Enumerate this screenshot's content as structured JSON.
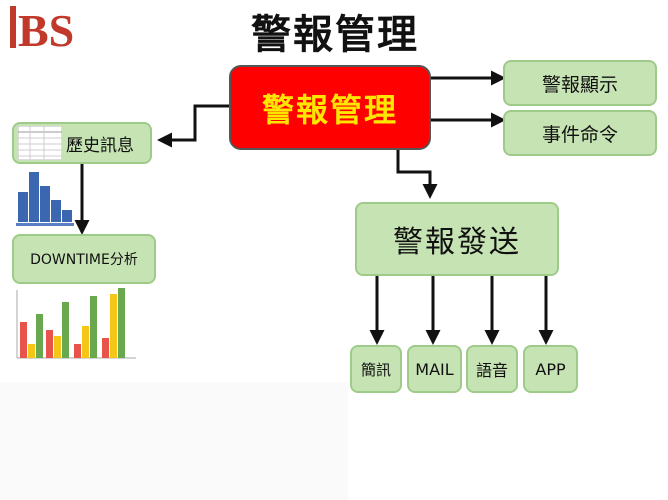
{
  "title": "警報管理",
  "logo": {
    "text": "BS"
  },
  "colors": {
    "node_fill": "#c6e3b4",
    "node_border": "#9fcb8a",
    "main_fill": "#ff0000",
    "main_text": "#ffe600",
    "logo": "#c0392b"
  },
  "nodes": {
    "main": "警報管理",
    "display": "警報顯示",
    "event_command": "事件命令",
    "history": "歷史訊息",
    "downtime": "DOWNTIME分析",
    "send": "警報發送",
    "sms": "簡訊",
    "mail": "MAIL",
    "voice": "語音",
    "app": "APP"
  },
  "icons": {
    "history": "table-thumbnail-icon",
    "histogram": "histogram-icon",
    "bar_chart": "grouped-bar-chart-icon"
  }
}
